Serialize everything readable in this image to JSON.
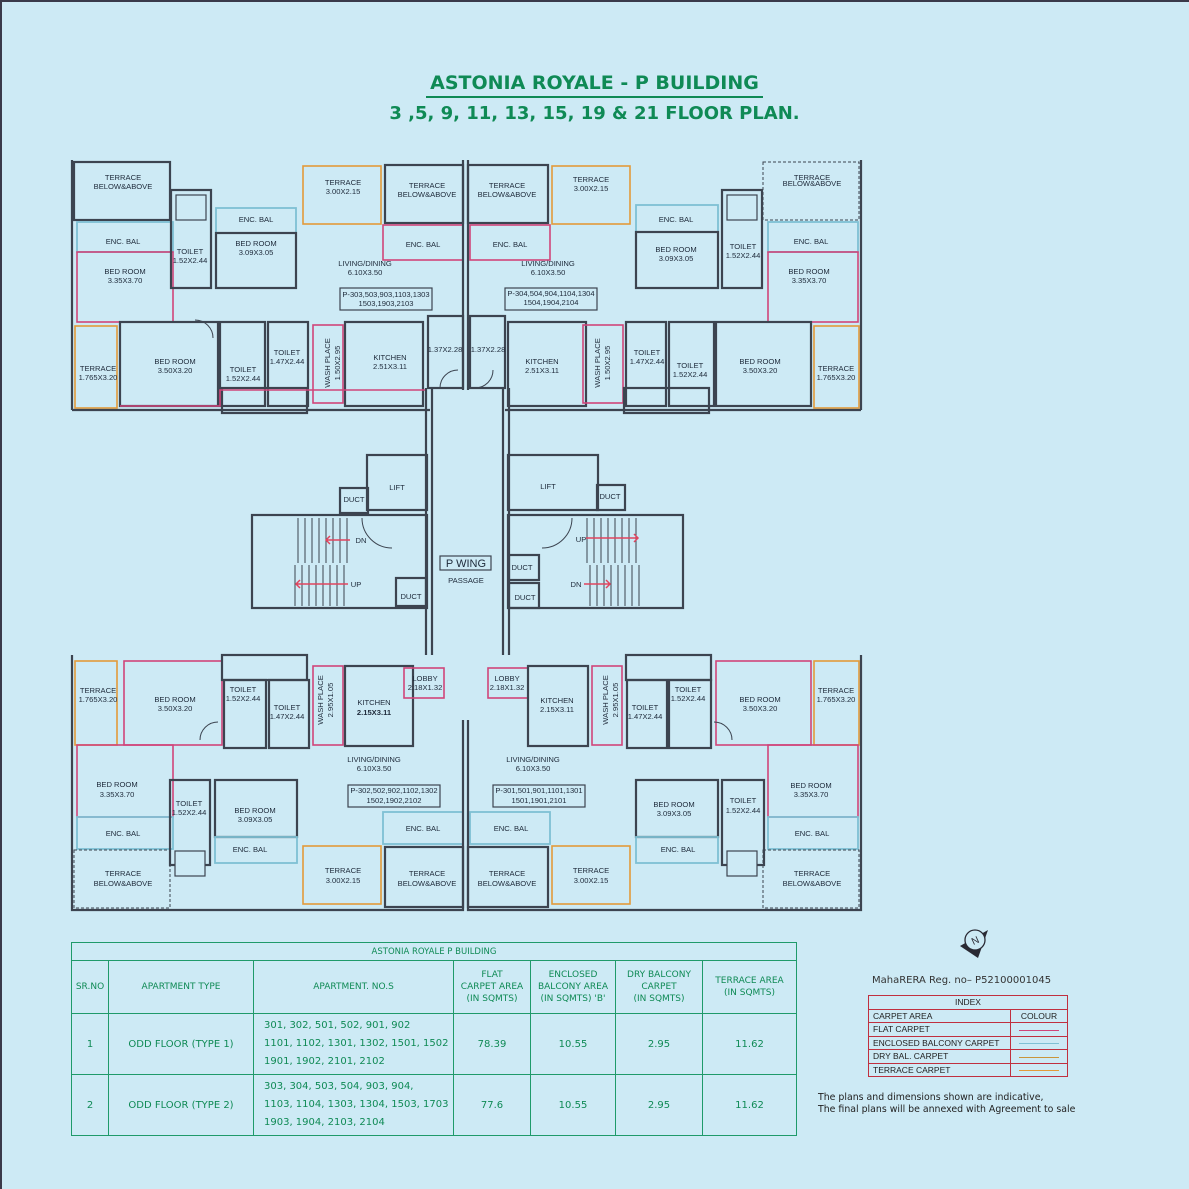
{
  "header": {
    "title": "ASTONIA ROYALE - P BUILDING",
    "subtitle": "3 ,5, 9, 11, 13, 15, 19 & 21 FLOOR PLAN."
  },
  "plan": {
    "wing_label": "P WING",
    "passage": "PASSAGE",
    "lift": "LIFT",
    "duct": "DUCT",
    "up": "UP",
    "dn": "DN",
    "rooms": {
      "terrace_below_above_1": "TERRACE",
      "terrace_below_above_2": "BELOW&ABOVE",
      "terrace": "TERRACE",
      "terrace_small_dim": "3.00X2.15",
      "terrace_side_dim": "1.765X3.20",
      "enc_bal": "ENC. BAL",
      "toilet": "TOILET",
      "toilet_dim_a": "1.52X2.44",
      "toilet_dim_b": "1.47X2.44",
      "bedroom": "BED ROOM",
      "bedroom_dim_a": "3.09X3.05",
      "bedroom_dim_b": "3.35X3.70",
      "bedroom_dim_c": "3.50X3.20",
      "living": "LIVING/DINING",
      "living_dim": "6.10X3.50",
      "kitchen": "KITCHEN",
      "kitchen_dim_top": "2.51X3.11",
      "kitchen_dim_bottom": "2.15X3.11",
      "wash": "WASH PLACE",
      "wash_dim_top": "1.50X2.95",
      "wash_dim_bottom": "2.95X1.05",
      "lobby": "LOBBY",
      "lobby_dim": "2.18X1.32",
      "foyer_dim": "1.37X2.28"
    },
    "flat_labels": {
      "top_left_1": "P-303,503,903,1103,1303",
      "top_left_2": "1503,1903,2103",
      "top_right_1": "P-304,504,904,1104,1304",
      "top_right_2": "1504,1904,2104",
      "bottom_left_1": "P-302,502,902,1102,1302",
      "bottom_left_2": "1502,1902,2102",
      "bottom_right_1": "P-301,501,901,1101,1301",
      "bottom_right_2": "1501,1901,2101"
    }
  },
  "area_table": {
    "caption": "ASTONIA ROYALE P BUILDING",
    "headers": {
      "srno": "SR.NO",
      "type": "APARTMENT TYPE",
      "nos": "APARTMENT. NO.S",
      "flat_1": "FLAT",
      "flat_2": "CARPET AREA",
      "flat_3": "(IN SQMTS)",
      "enc_1": "ENCLOSED",
      "enc_2": "BALCONY AREA",
      "enc_3": "(IN SQMTS) 'B'",
      "dry_1": "DRY BALCONY",
      "dry_2": "CARPET",
      "dry_3": "(IN SQMTS)",
      "ter_1": "TERRACE AREA",
      "ter_2": "(IN SQMTS)"
    },
    "rows": [
      {
        "srno": "1",
        "type": "ODD FLOOR (TYPE 1)",
        "nos_1": "301, 302, 501, 502, 901, 902",
        "nos_2": "1101, 1102, 1301, 1302, 1501, 1502",
        "nos_3": "1901, 1902, 2101, 2102",
        "flat": "78.39",
        "enc": "10.55",
        "dry": "2.95",
        "terrace": "11.62"
      },
      {
        "srno": "2",
        "type": "ODD FLOOR (TYPE 2)",
        "nos_1": "303, 304, 503, 504, 903, 904,",
        "nos_2": "1103, 1104, 1303, 1304, 1503, 1703",
        "nos_3": "1903, 1904, 2103, 2104",
        "flat": "77.6",
        "enc": "10.55",
        "dry": "2.95",
        "terrace": "11.62"
      }
    ]
  },
  "north_label": "N",
  "rera": "MahaRERA Reg. no– P52100001045",
  "index": {
    "title": "INDEX",
    "col_area": "CARPET AREA",
    "col_colour": "COLOUR",
    "items": [
      {
        "label": "FLAT CARPET",
        "color": "#d0457a"
      },
      {
        "label": "ENCLOSED BALCONY CARPET",
        "color": "#7fc0d4"
      },
      {
        "label": "DRY BAL. CARPET",
        "color": "#c9953b"
      },
      {
        "label": "TERRACE CARPET",
        "color": "#e39a3a"
      }
    ]
  },
  "disclaimer": "The plans and dimensions shown are indicative,\nThe final plans will be annexed with Agreement to sale",
  "colors": {
    "background": "#cdeaf5",
    "title_green": "#0f8a55",
    "wall": "#3c4450"
  }
}
